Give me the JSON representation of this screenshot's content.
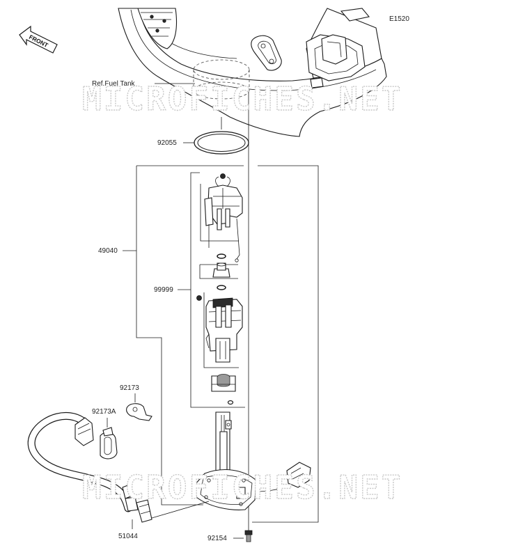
{
  "diagram": {
    "code": "E1520",
    "front_label": "FRONT",
    "reference_label": "Ref.Fuel Tank",
    "watermark": "MICROFICHES.NET",
    "callouts": [
      {
        "id": "o-ring",
        "number": "92055"
      },
      {
        "id": "fuel-pump-assembly",
        "number": "49040"
      },
      {
        "id": "component-set",
        "number": "99999"
      },
      {
        "id": "clamp",
        "number": "92173"
      },
      {
        "id": "clamp-a",
        "number": "92173A"
      },
      {
        "id": "fuel-hose",
        "number": "51044"
      },
      {
        "id": "bolt",
        "number": "92154"
      }
    ]
  }
}
